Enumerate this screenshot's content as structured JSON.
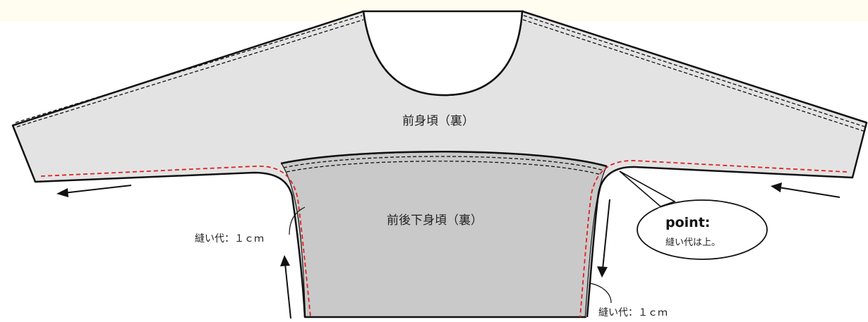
{
  "labels": {
    "front_bodice": "前身頃（裏）",
    "lower_body": "前後下身頃（裏）",
    "seam_allowance_left": "縫い代：１ｃｍ",
    "seam_allowance_right": "縫い代：１ｃｍ"
  },
  "callout": {
    "title": "point:",
    "text": "縫い代は上。"
  },
  "colors": {
    "upper_fabric": "#e3e3e3",
    "lower_fabric": "#c9c9c9",
    "outline": "#111111",
    "stitch_line": "#e02020",
    "background_top": "#fffdf0"
  }
}
